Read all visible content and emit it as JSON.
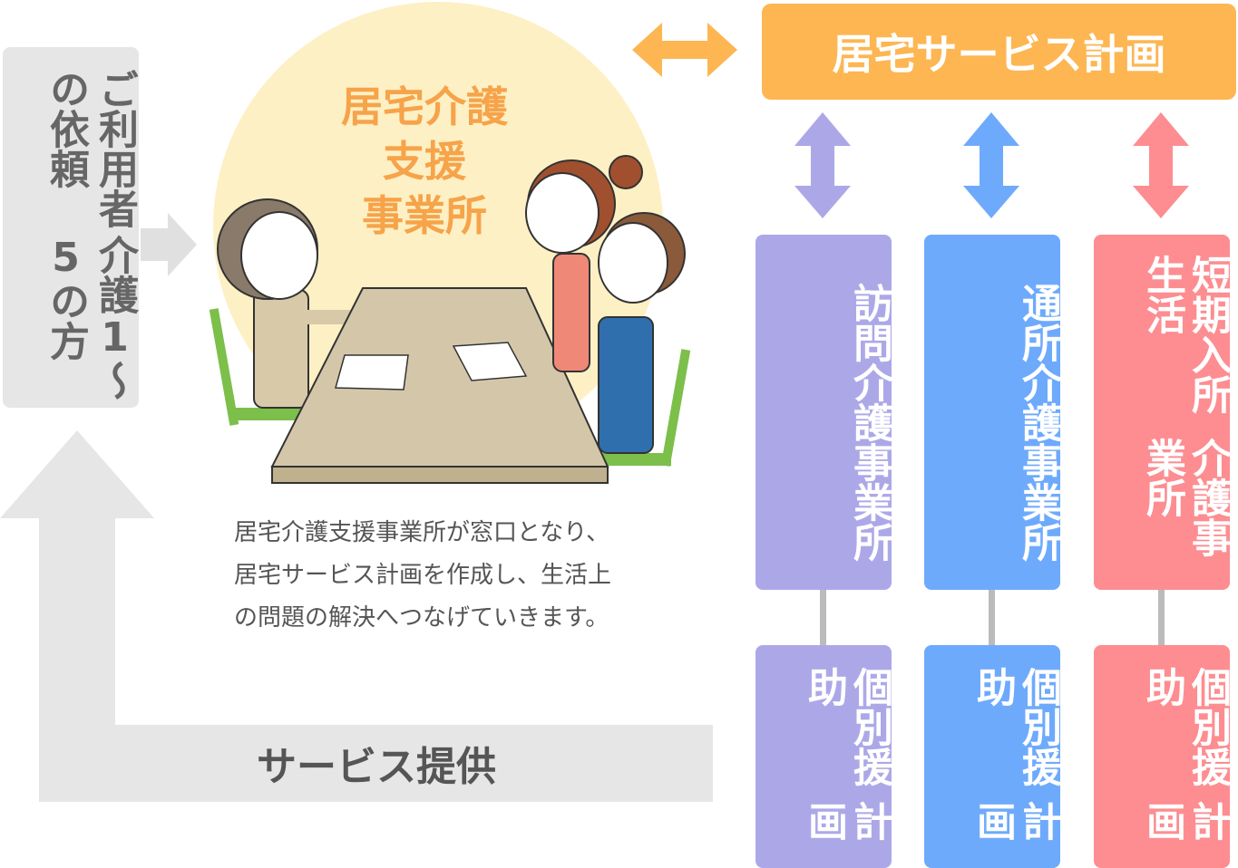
{
  "user_request": {
    "line1": "ご利用者の依頼",
    "line2": "介護1～5の方"
  },
  "care_office": {
    "line1": "居宅介護",
    "line2": "支援",
    "line3": "事業所"
  },
  "caption": {
    "line1": "居宅介護支援事業所が窓口となり、",
    "line2": "居宅サービス計画を作成し、生活上",
    "line3": "の問題の解決へつなげていきます。"
  },
  "service_provision": "サービス提供",
  "plan_title": "居宅サービス計画",
  "services": [
    {
      "name_lines": [
        "訪問介護事業所"
      ],
      "plan_lines": [
        "個別援助",
        "計画"
      ],
      "color": "#aca8e8"
    },
    {
      "name_lines": [
        "通所介護事業所"
      ],
      "plan_lines": [
        "個別援助",
        "計画"
      ],
      "color": "#6eaafc"
    },
    {
      "name_lines": [
        "短期入所生活",
        "介護事業所"
      ],
      "plan_lines": [
        "個別援助",
        "計画"
      ],
      "color": "#fd8d91"
    }
  ],
  "colors": {
    "orange": "#fdb652",
    "gray": "#e6e6e6",
    "circle": "#fdf0c4"
  }
}
